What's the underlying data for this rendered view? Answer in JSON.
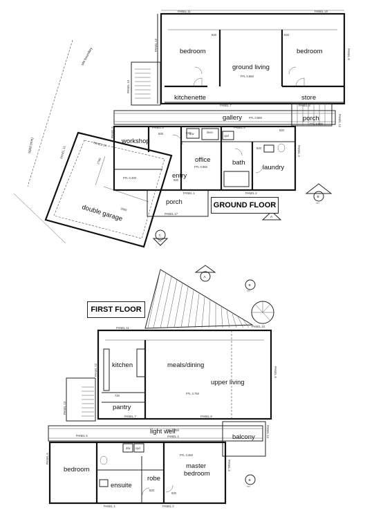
{
  "ground": {
    "title": "GROUND FLOOR",
    "rooms": {
      "bedroom_left": "bedroom",
      "ground_living": "ground living",
      "bedroom_right": "bedroom",
      "kitchenette": "kitchenette",
      "store": "store",
      "gallery": "gallery",
      "porch_right": "porch",
      "workshop": "workshop",
      "office": "office",
      "bath": "bath",
      "laundry": "laundry",
      "entry": "entry",
      "porch_bottom": "porch",
      "double_garage": "double garage"
    },
    "small": {
      "panel11": "PANEL 11",
      "panel10": "PANEL 10",
      "panel12": "PANEL 12",
      "panel9": "PANEL 9",
      "panel7": "PANEL 7",
      "panel8": "PANEL 8",
      "panel6": "PANEL 6",
      "panel5": "PANEL 5",
      "panel4": "PANEL 4",
      "panel3": "PANEL 3",
      "panel2": "PANEL 2",
      "panel1": "PANEL 1",
      "panel17": "PANEL 17",
      "panel16": "PANEL 16",
      "panel15": "PANEL 15",
      "panel14": "PANEL 14",
      "panel13": "PANEL 13",
      "d820": "820",
      "ffl_living": "FFL 0.880",
      "ffl_gallery": "FFL 0.560",
      "ffl_porch": "FFL 0.600",
      "ffl_office": "FFL 0.650",
      "ffl_garage": "FFL 0.200",
      "linen": "linen",
      "dw": "d/w",
      "cpd": "cpd",
      "dim2700": "2700",
      "dim2000": "2000",
      "boundary": "site boundary",
      "setback": "5000 (min)",
      "marker_c": "C",
      "marker_b": "B",
      "marker_a": "A",
      "sheet": "***"
    }
  },
  "first": {
    "title": "FIRST FLOOR",
    "rooms": {
      "kitchen": "kitchen",
      "meals_dining": "meals/dining",
      "upper_living": "upper living",
      "pantry": "pantry",
      "light_well": "light well",
      "balcony": "balcony",
      "bedroom": "bedroom",
      "ensuite": "ensuite",
      "robe": "robe",
      "master_bedroom": "master\nbedroom",
      "master_line1": "master",
      "master_line2": "bedroom"
    },
    "small": {
      "ffl_upper": "FFL 3.750",
      "ffl_lightwell": "FFL 3.450",
      "ffl_master": "FFL 3.450",
      "d820": "820",
      "d720": "720",
      "dw": "d/w",
      "cpd": "cpd",
      "marker_a": "A",
      "marker_b": "B",
      "sheet": "***"
    }
  }
}
